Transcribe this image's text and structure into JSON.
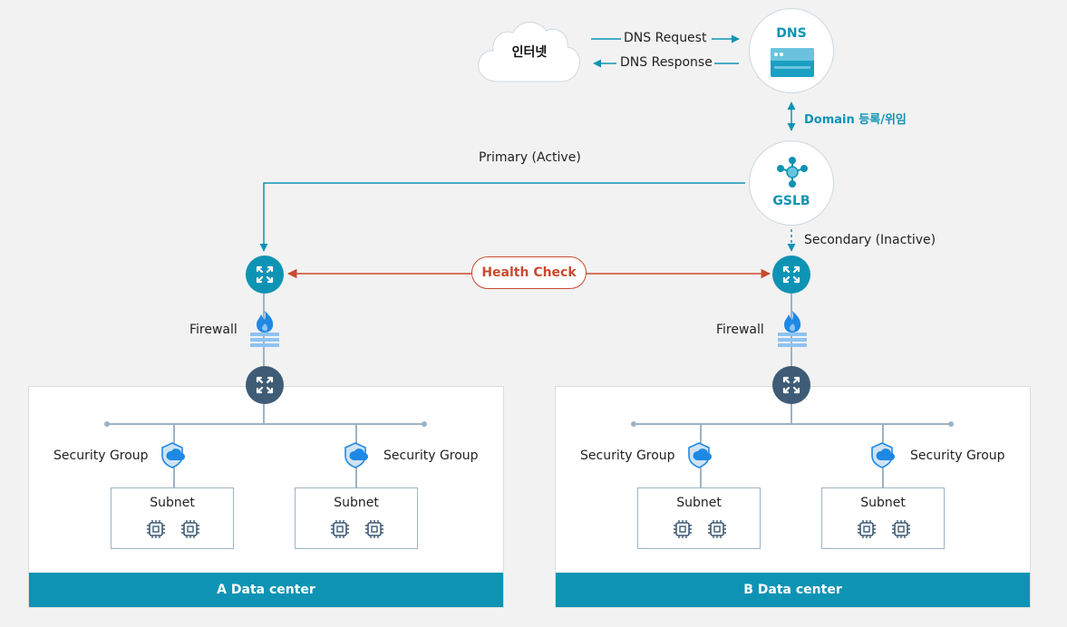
{
  "cloud": {
    "label": "인터넷"
  },
  "dns": {
    "title": "DNS",
    "request_label": "DNS Request",
    "response_label": "DNS Response"
  },
  "domain_link_label": "Domain 등록/위임",
  "gslb": {
    "title": "GSLB"
  },
  "primary_label": "Primary (Active)",
  "secondary_label": "Secondary (Inactive)",
  "health_check_label": "Health Check",
  "datacenters": [
    {
      "name": "A Data center",
      "firewall_label": "Firewall",
      "security_groups": [
        "Security Group",
        "Security Group"
      ],
      "subnets": [
        "Subnet",
        "Subnet"
      ]
    },
    {
      "name": "B Data center",
      "firewall_label": "Firewall",
      "security_groups": [
        "Security Group",
        "Security Group"
      ],
      "subnets": [
        "Subnet",
        "Subnet"
      ]
    }
  ],
  "colors": {
    "accent": "#0f93b4",
    "router_teal": "#0f93b4",
    "router_slate": "#3e5c76",
    "health_red": "#c84a2e",
    "line_gray": "#9db3c4",
    "firewall_blue": "#1e88e5"
  },
  "icons": {
    "router": "router-icon",
    "firewall": "firewall-icon",
    "shield": "security-shield-icon",
    "chip": "chip-icon",
    "gslb": "gslb-hub-icon",
    "dns": "dns-server-icon",
    "cloud": "cloud-icon"
  }
}
